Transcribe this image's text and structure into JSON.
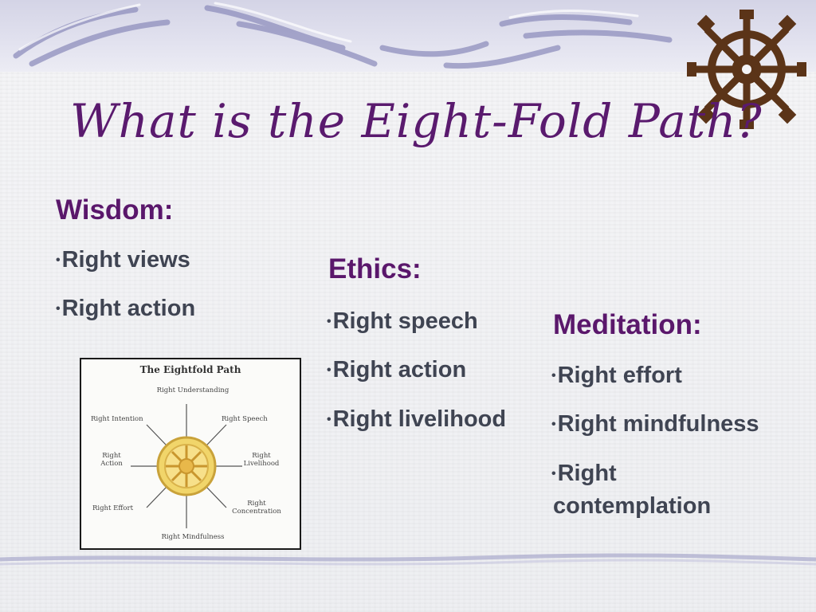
{
  "slide": {
    "title": "What is the Eight-Fold Path?"
  },
  "wisdom": {
    "heading": "Wisdom:",
    "items": [
      "Right views",
      "Right action"
    ]
  },
  "ethics": {
    "heading": "Ethics:",
    "items": [
      "Right speech",
      "Right action",
      "Right livelihood"
    ]
  },
  "meditation": {
    "heading": "Meditation:",
    "items": [
      "Right effort",
      "Right mindfulness",
      "Right",
      "contemplation"
    ]
  },
  "diagram": {
    "title": "The Eightfold Path",
    "labels": {
      "top": "Right Understanding",
      "top_left": "Right Intention",
      "top_right": "Right Speech",
      "left_1": "Right",
      "left_2": "Action",
      "right_1": "Right",
      "right_2": "Livelihood",
      "bottom_left": "Right Effort",
      "bottom_right_1": "Right",
      "bottom_right_2": "Concentration",
      "bottom": "Right Mindfulness"
    }
  },
  "colors": {
    "title": "#5a1a6e",
    "heading": "#5a176b",
    "body_text": "#3f4452",
    "wheel": "#5b3418",
    "wave_stroke": "#9797c4"
  },
  "icons": {
    "corner": "dharma-wheel-icon"
  }
}
